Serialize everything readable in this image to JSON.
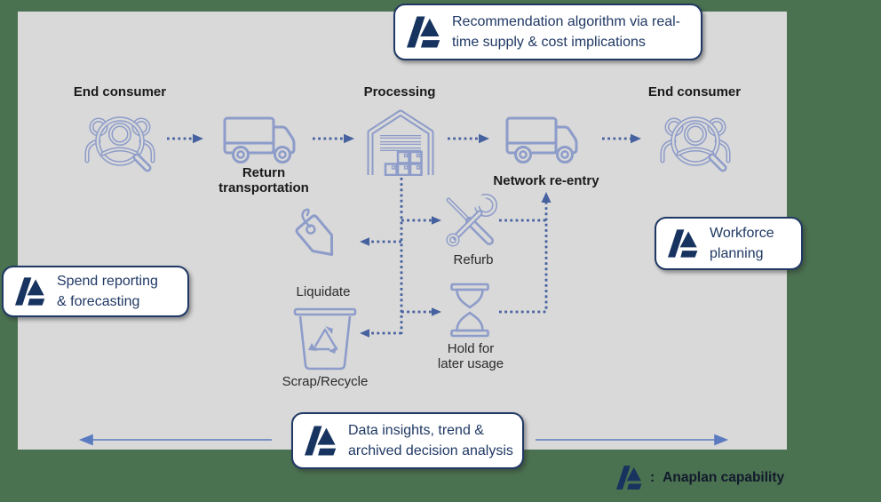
{
  "colors": {
    "background_green": "#4a7150",
    "canvas_gray": "#d9d9d9",
    "navy_accent": "#1f3864",
    "logo_navy": "#17335f",
    "icon_stroke": "#8d9cc9",
    "dotted_arrow": "#46619f",
    "solid_arrow": "#5b7bc0",
    "label_text": "#1a1a1a"
  },
  "icons": {
    "consumer": "people-with-magnifier-icon",
    "transport": "truck-icon",
    "processing": "warehouse-icon",
    "refurb": "crossed-tools-icon",
    "liquidate": "price-tag-icon",
    "hold": "hourglass-icon",
    "scrap": "recycle-bin-icon",
    "anaplan": "anaplan-logo-icon"
  },
  "flow": {
    "stages": [
      {
        "label": "End consumer"
      },
      {
        "label": "Return\ntransportation"
      },
      {
        "label": "Processing"
      },
      {
        "label": "Network re-entry"
      },
      {
        "label": "End consumer"
      }
    ]
  },
  "dispositions": [
    {
      "label": "Refurb"
    },
    {
      "label": "Liquidate"
    },
    {
      "label": "Hold for\nlater usage"
    },
    {
      "label": "Scrap/Recycle"
    }
  ],
  "callouts": {
    "top": "Recommendation algorithm via real-\ntime supply & cost implications",
    "left": "Spend reporting\n& forecasting",
    "right": "Workforce\nplanning",
    "bottom": "Data insights, trend &\narchived decision analysis"
  },
  "legend": {
    "separator": ":",
    "label": "Anaplan capability"
  }
}
